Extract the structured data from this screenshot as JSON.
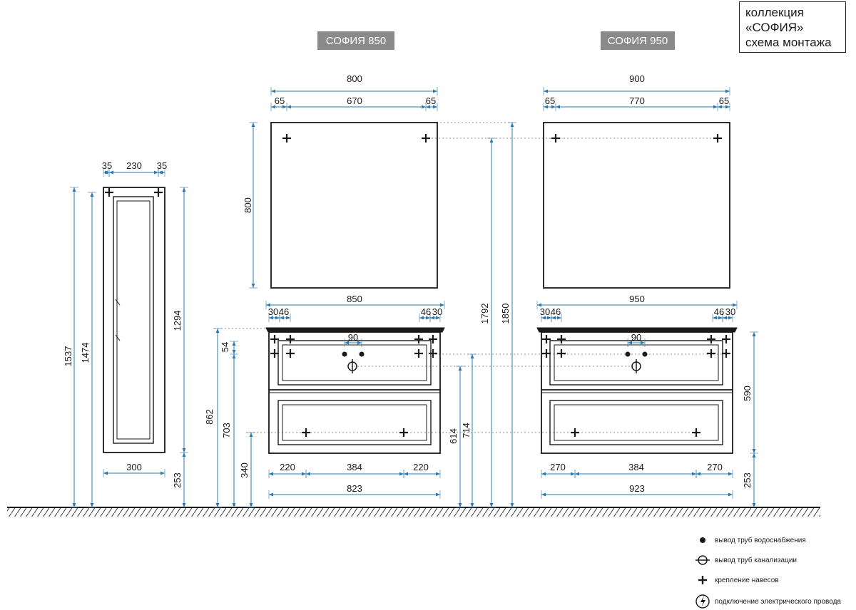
{
  "title": {
    "line1": "коллекция",
    "line2": "«СОФИЯ»",
    "line3": "схема монтажа"
  },
  "models": {
    "sofia850": {
      "tag": "СОФИЯ 850"
    },
    "sofia950": {
      "tag": "СОФИЯ 950"
    }
  },
  "dims": {
    "d800top": "800",
    "d65a": "65",
    "d670": "670",
    "d65b": "65",
    "d800side": "800",
    "d850": "850",
    "d30a": "30",
    "d46a": "46",
    "d46b": "46",
    "d30b": "30",
    "d90a": "90",
    "d54": "54",
    "d862": "862",
    "d703": "703",
    "d340": "340",
    "d614": "614",
    "d714": "714",
    "d1792": "1792",
    "d1850": "1850",
    "d220a": "220",
    "d384a": "384",
    "d220b": "220",
    "d823": "823",
    "d900": "900",
    "d65c": "65",
    "d770": "770",
    "d65d": "65",
    "d950": "950",
    "d30c": "30",
    "d46c": "46",
    "d46d": "46",
    "d30d": "30",
    "d90b": "90",
    "d590": "590",
    "d253b": "253",
    "d270a": "270",
    "d384b": "384",
    "d270b": "270",
    "d923": "923",
    "d35a": "35",
    "d230": "230",
    "d35b": "35",
    "d1537": "1537",
    "d1474": "1474",
    "d1294": "1294",
    "d253a": "253",
    "d300": "300"
  },
  "legend": {
    "water": {
      "label": "вывод труб водоснабжения",
      "icon": "water-supply-dot-icon"
    },
    "sewer": {
      "label": "вывод труб канализации",
      "icon": "sewer-pipe-icon"
    },
    "mount": {
      "label": "крепление навесов",
      "icon": "mount-cross-icon"
    },
    "electric": {
      "label": "подключение электрического провода",
      "icon": "electric-bolt-icon"
    }
  },
  "colors": {
    "dimension": "#2e7ab0",
    "outline": "#1a1a1a",
    "tag_bg": "#8a8a8a"
  }
}
